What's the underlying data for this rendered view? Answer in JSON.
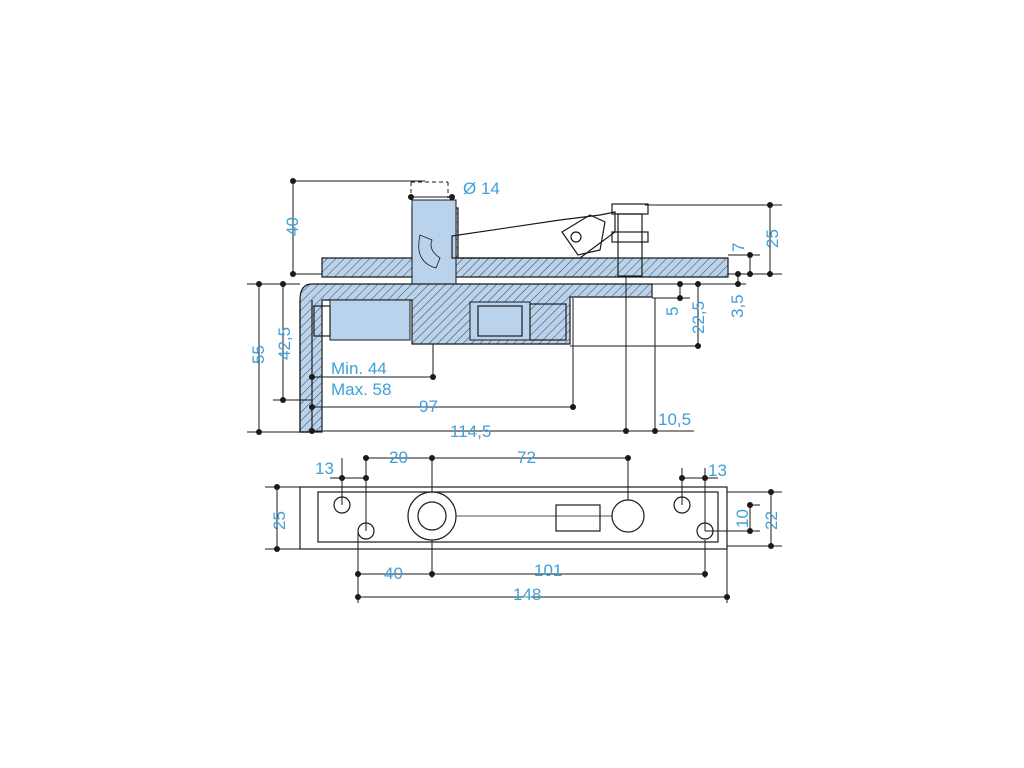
{
  "dimensions": {
    "d_diameter": "Ø 14",
    "d_40_top": "40",
    "d_25_right": "25",
    "d_7": "7",
    "d_5": "5",
    "d_22_5": "22,5",
    "d_3_5": "3,5",
    "d_55": "55",
    "d_42_5": "42,5",
    "d_min": "Min. 44",
    "d_max": "Max. 58",
    "d_97": "97",
    "d_114_5": "114,5",
    "d_10_5": "10,5",
    "d_13_left": "13",
    "d_20": "20",
    "d_72": "72",
    "d_13_right": "13",
    "d_25_left": "25",
    "d_10": "10",
    "d_22": "22",
    "d_40_bottom": "40",
    "d_101": "101",
    "d_148": "148"
  },
  "colors": {
    "dimension_text": "#3f9fd8",
    "section_fill": "#b9d3ec",
    "line": "#1a1a1a"
  }
}
